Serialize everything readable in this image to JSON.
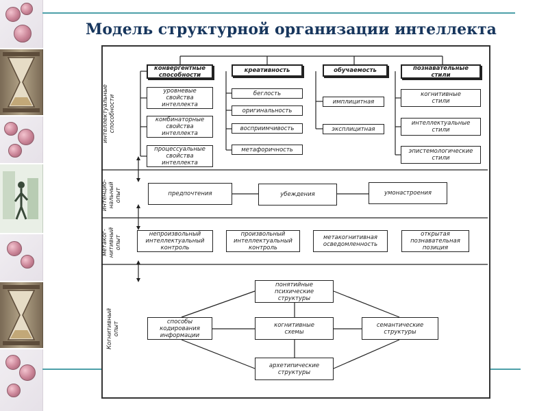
{
  "title": "Модель структурной организации интеллекта",
  "sections": {
    "intellectual_abilities": "интеллектуальные\nспособности",
    "intentional_experience": "интенцио-\nнальный\nопыт",
    "metacognitive_experience": "метаког-\nнитивный\nопыт",
    "cognitive_experience": "Когнитивный\nопыт"
  },
  "abilities": {
    "convergent": "конвергентные\nспособности",
    "convergent_items": [
      "уровневые\nсвойства\nинтеллекта",
      "комбинаторные\nсвойства\nинтеллекта",
      "процессуальные\nсвойства\nинтеллекта"
    ],
    "creativity": "креативность",
    "creativity_items": [
      "беглость",
      "оригинальность",
      "восприимчивость",
      "метафоричность"
    ],
    "learnability": "обучаемость",
    "learnability_items": [
      "имплицитная",
      "эксплицитная"
    ],
    "cognitive_styles": "познавательные\nстили",
    "cognitive_styles_items": [
      "когнитивные\nстили",
      "интеллектуальные\nстили",
      "эпистемологические\nстили"
    ]
  },
  "intentional": [
    "предпочтения",
    "убеждения",
    "умонастроения"
  ],
  "metacognitive": [
    "непроизвольный\nинтеллектуальный\nконтроль",
    "произвольный\nинтеллектуальный\nконтроль",
    "метакогнитивная\nосведомленность",
    "открытая\nпознавательная\nпозиция"
  ],
  "cognitive": {
    "top": "понятийные\nпсихические\nструктуры",
    "left": "способы\nкодирования\nинформации",
    "center": "когнитивные\nсхемы",
    "right": "семантические\nструктуры",
    "bottom": "архетипические\nструктуры"
  }
}
